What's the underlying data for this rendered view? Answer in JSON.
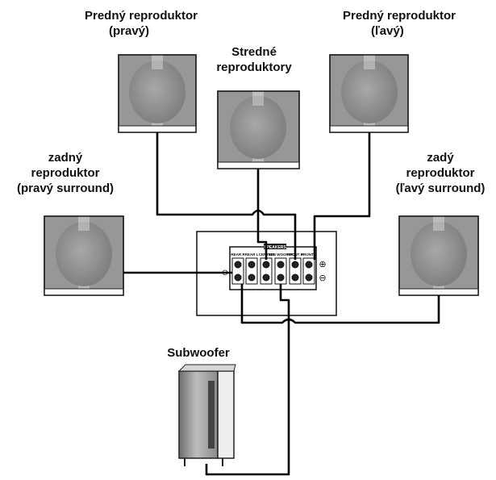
{
  "labels": {
    "front_right": {
      "line1": "Predný  reproduktor",
      "line2": "(pravý)"
    },
    "center": {
      "line1": "Stredné",
      "line2": "reproduktory"
    },
    "front_left": {
      "line1": "Predný  reproduktor",
      "line2": "(ľavý)"
    },
    "rear_right": {
      "line1": "zadný",
      "line2": "reproduktor",
      "line3": "(pravý surround)"
    },
    "rear_left": {
      "line1": "zadý",
      "line2": "reproduktor",
      "line3": "(ľavý surround)"
    },
    "subwoofer": "Subwoofer"
  },
  "receiver": {
    "panel_title": "SPEAKERS",
    "terminals": [
      "REAR R",
      "REAR L",
      "CENTER",
      "SUB WOOFER",
      "FRONT R",
      "FRONT L"
    ],
    "plus_symbol": "⊕",
    "minus_symbol": "⊖"
  }
}
